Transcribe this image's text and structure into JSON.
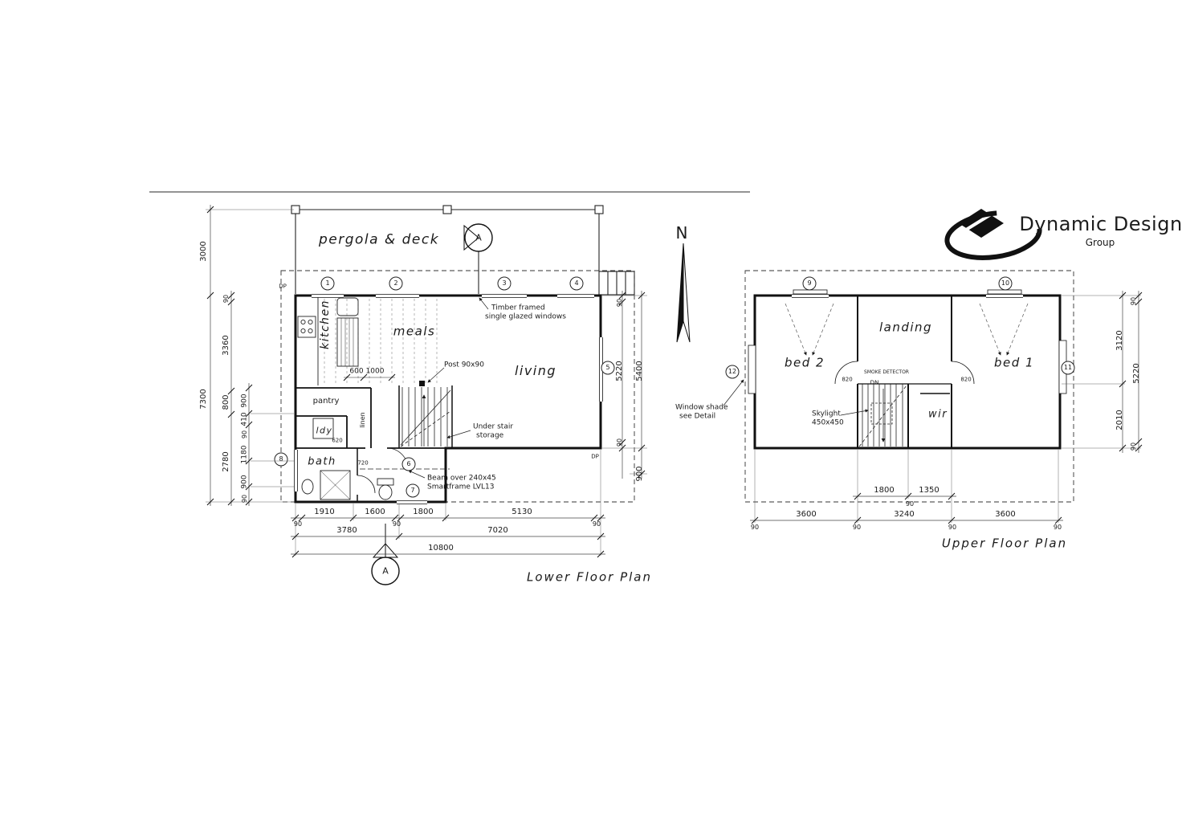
{
  "colors": {
    "ink": "#1a1a1a",
    "paper": "#ffffff"
  },
  "logo": {
    "name": "Dynamic Design",
    "group": "Group"
  },
  "compass": {
    "north": "N"
  },
  "sections": {
    "top": "A",
    "bottom": "A"
  },
  "lower": {
    "title": "Lower Floor Plan",
    "rooms": {
      "pergola": "pergola & deck",
      "kitchen": "kitchen",
      "meals": "meals",
      "living": "living",
      "pantry": "pantry",
      "laundry": "ldy",
      "linen": "linen",
      "bath": "bath"
    },
    "notes": {
      "timber1": "Timber framed",
      "timber2": "single glazed windows",
      "post": "Post 90x90",
      "understair1": "Under stair",
      "understair2": "storage",
      "beam1": "Beam over 240x45",
      "beam2": "Smartframe LVL13",
      "dp": "DP"
    },
    "callouts": {
      "c1": "1",
      "c2": "2",
      "c3": "3",
      "c4": "4",
      "c5": "5",
      "c6": "6",
      "c7": "7",
      "c8": "8"
    },
    "dims": {
      "left": {
        "d3000": "3000",
        "d7300": "7300",
        "d90a": "90",
        "d3360": "3360",
        "d800": "800",
        "d2780": "2780",
        "d900a": "900",
        "d410": "410",
        "d90b": "90",
        "d1180": "1180",
        "d900b": "900",
        "d90c": "90"
      },
      "bottom": {
        "d1910": "1910",
        "d1600": "1600",
        "d1800": "1800",
        "d5130": "5130",
        "d90a": "90",
        "d90b": "90",
        "d90c": "90",
        "d3780": "3780",
        "d7020": "7020",
        "d10800": "10800"
      },
      "right": {
        "d90a": "90",
        "d5220": "5220",
        "d90b": "90",
        "d5400": "5400",
        "d900": "900"
      },
      "inner": {
        "d600": "600",
        "d1000": "1000",
        "d620": "620",
        "d720": "720"
      }
    }
  },
  "upper": {
    "title": "Upper Floor Plan",
    "rooms": {
      "bed2": "bed 2",
      "landing": "landing",
      "bed1": "bed 1",
      "wir": "wir"
    },
    "notes": {
      "shade1": "Window shade",
      "shade2": "see Detail",
      "sky1": "Skylight",
      "sky2": "450x450",
      "smoke": "SMOKE DETECTOR",
      "dn": "DN",
      "d820a": "820",
      "d820b": "820"
    },
    "callouts": {
      "c9": "9",
      "c10": "10",
      "c11": "11",
      "c12": "12"
    },
    "dims": {
      "bottom": {
        "d1800": "1800",
        "d1350": "1350",
        "d90mid": "90",
        "d3600a": "3600",
        "d3240": "3240",
        "d3600b": "3600",
        "d90a": "90",
        "d90b": "90",
        "d90c": "90",
        "d90d": "90"
      },
      "right": {
        "d90a": "90",
        "d3120": "3120",
        "d5220": "5220",
        "d2010": "2010",
        "d90b": "90"
      }
    }
  }
}
